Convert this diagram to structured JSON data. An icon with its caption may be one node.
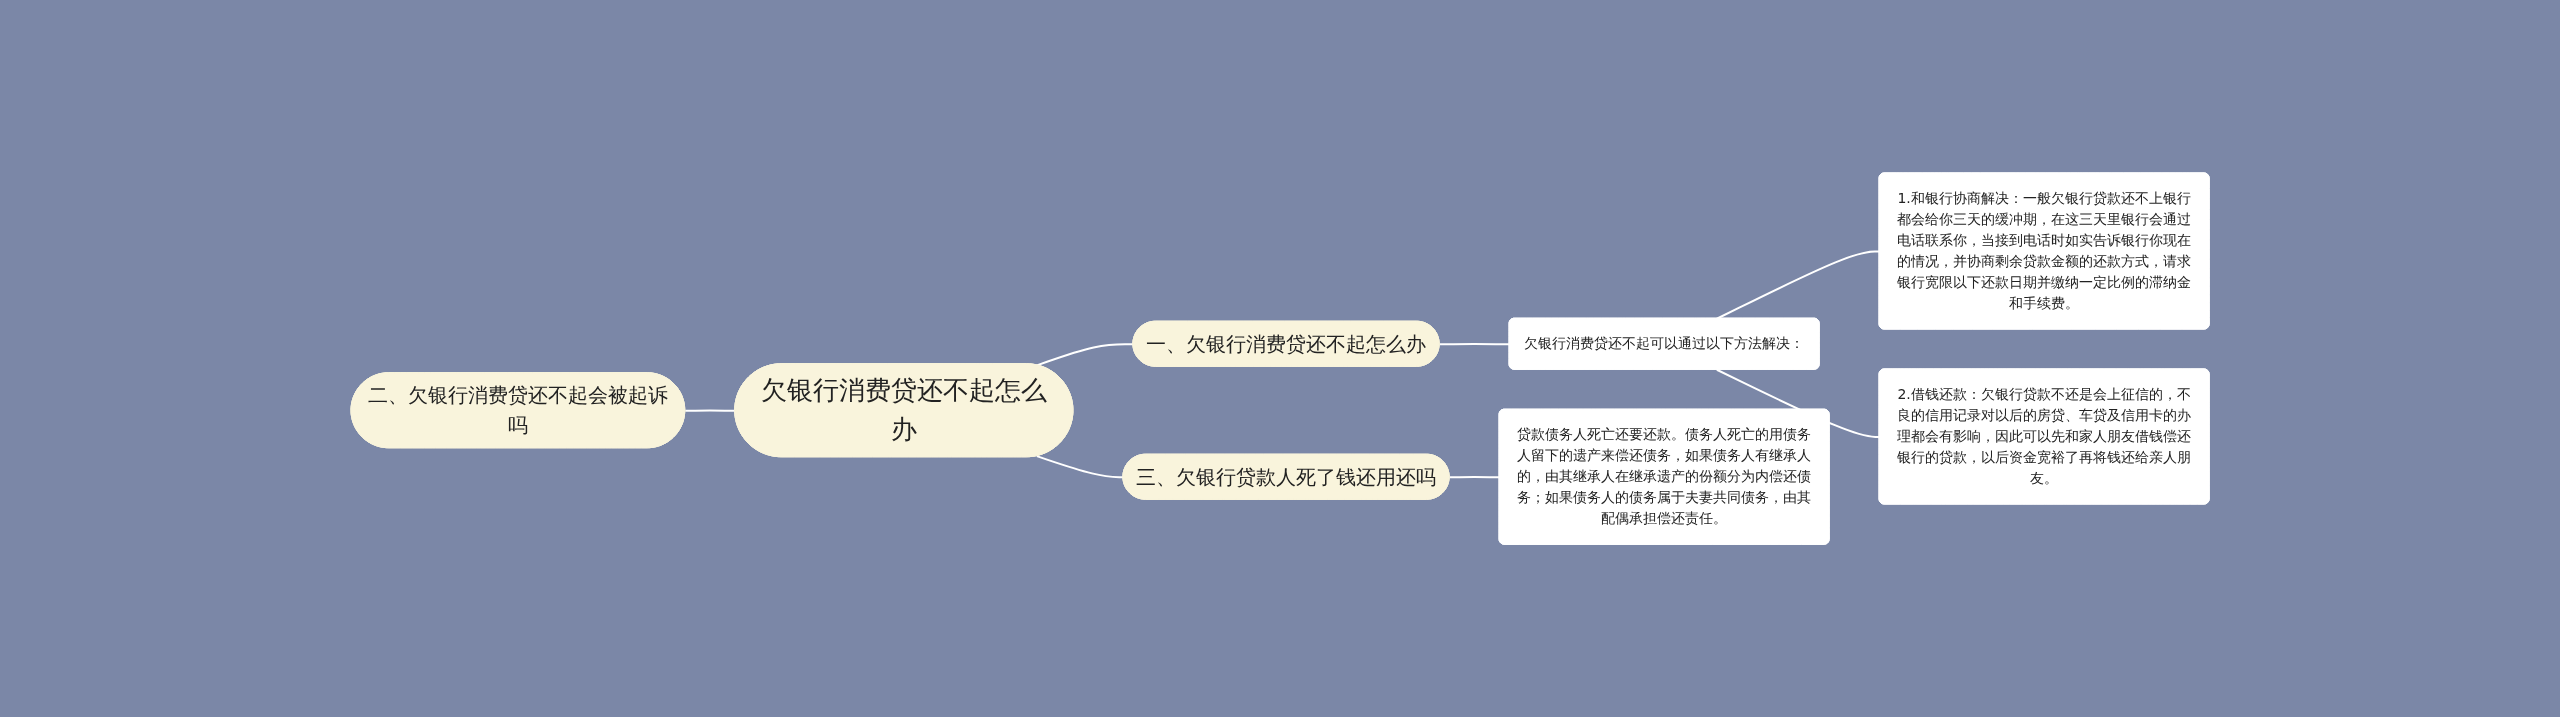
{
  "diagram": {
    "nodes": [
      {
        "text": [
          "欠银行消费贷还不起怎么办"
        ]
      },
      {
        "text": [
          "一、欠银行消费贷还不起怎么办"
        ]
      },
      {
        "text": [
          "欠银行消费贷还不起可以通过以下方法解决："
        ]
      },
      {
        "text": [
          "1.和银行协商解决：一般欠银行贷款还不上银行都会给你三天的缓冲期，在这三天里银行会通过电话联系你，当接到电话时如实告诉银行你现在的情况，并协商剩余贷款金额的还款方式，请求银行宽限以下还款日期并缴纳一定比例的滞纳金和手续费。"
        ]
      },
      {
        "text": [
          "2.借钱还款：欠银行贷款不还是会上征信的，不良的信用记录对以后的房贷、车贷及信用卡的办理都会有影响，因此可以先和家人朋友借钱偿还银行的贷款，以后资金宽裕了再将钱还给亲人朋友。"
        ]
      },
      {
        "text": [
          "二、欠银行消费贷还不起会被起诉吗"
        ]
      },
      {
        "text": [
          "三、欠银行贷款人死了钱还用还吗"
        ]
      },
      {
        "text": [
          "贷款债务人死亡还要还款。债务人死亡的用债务人留下的遗产来偿还债务，如果债务人有继承人的，由其继承人在继承遗产的份额分为内偿还债务；如果债务人的债务属于夫妻共同债务，由其配偶承担偿还责任。"
        ]
      }
    ],
    "edges": [
      {
        "from": 0,
        "to": 1,
        "arrow": "none"
      },
      {
        "from": 1,
        "to": 2,
        "arrow": "none"
      },
      {
        "from": 2,
        "to": 3,
        "arrow": "none"
      },
      {
        "from": 2,
        "to": 4,
        "arrow": "none"
      },
      {
        "from": 5,
        "to": 0,
        "arrow": "none"
      },
      {
        "from": 0,
        "to": 6,
        "arrow": "none"
      },
      {
        "from": 6,
        "to": 7,
        "arrow": "none"
      }
    ]
  }
}
